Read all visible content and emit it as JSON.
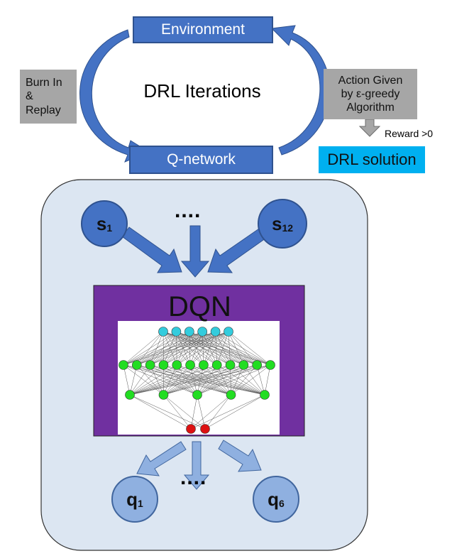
{
  "environment_label": "Environment",
  "qnetwork_label": "Q-network",
  "loop_title": "DRL Iterations",
  "burn_in": {
    "line1": "Burn In",
    "line2": "&",
    "line3": "Replay"
  },
  "action_box": {
    "line1": "Action Given",
    "line2": "by ε-greedy",
    "line3": "Algorithm"
  },
  "reward_label": "Reward >0",
  "solution_label": "DRL solution",
  "state_nodes": {
    "first": {
      "base": "s",
      "sub": "1"
    },
    "last": {
      "base": "s",
      "sub": "12"
    }
  },
  "q_nodes": {
    "first": {
      "base": "q",
      "sub": "1"
    },
    "last": {
      "base": "q",
      "sub": "6"
    }
  },
  "ellipsis": "....",
  "dqn_title": "DQN",
  "network": {
    "layers": [
      6,
      12,
      5,
      2
    ],
    "colors": [
      "#33ccdd",
      "#22dd22",
      "#22dd22",
      "#dd1111"
    ]
  },
  "colors": {
    "accent_blue": "#4472c4",
    "panel": "#dce6f2",
    "dqn_frame": "#7030a0",
    "solution": "#00b0f0"
  }
}
